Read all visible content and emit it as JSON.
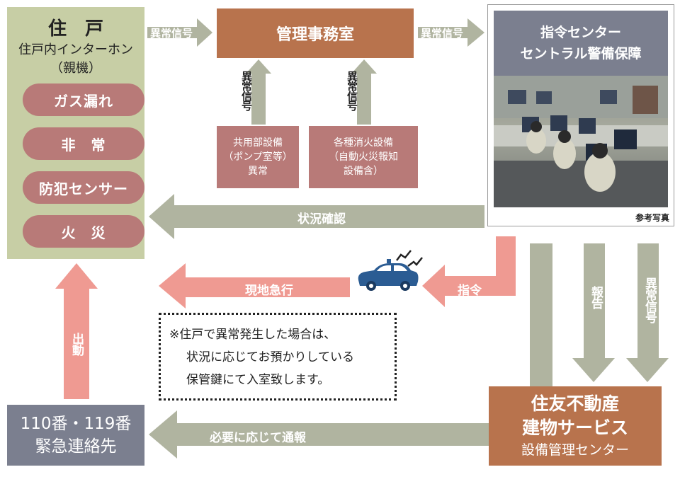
{
  "residence": {
    "title": "住　戸",
    "subtitle": "住戸内インターホン",
    "subtitle2": "（親機）",
    "sensors": [
      "ガス漏れ",
      "非　常",
      "防犯センサー",
      "火　災"
    ]
  },
  "management_office": {
    "label": "管理事務室"
  },
  "command_center": {
    "title_line1": "指令センター",
    "title_line2": "セントラル警備保障",
    "photo_caption": "参考写真"
  },
  "common_equipment": {
    "line1": "共用部設備",
    "line2": "（ポンプ室等）",
    "line3": "異常"
  },
  "fire_equipment": {
    "line1": "各種消火設備",
    "line2": "（自動火災報知",
    "line3": "設備含）"
  },
  "arrows": {
    "abnormal_signal": "異常信号",
    "status_check": "状況確認",
    "rush_to_site": "現地急行",
    "command": "指令",
    "dispatch": "出動",
    "report": "報告",
    "notify_as_needed": "必要に応じて通報"
  },
  "note": {
    "line1": "※住戸で異常発生した場合は、",
    "line2": "状況に応じてお預かりしている",
    "line3": "保管鍵にて入室致します。"
  },
  "emergency": {
    "line1": "110番・119番",
    "line2": "緊急連絡先"
  },
  "sumitomo": {
    "line1": "住友不動産",
    "line2": "建物サービス",
    "line3": "設備管理センター"
  },
  "colors": {
    "green_box": "#c7cea5",
    "brown_box": "#b8734d",
    "rose": "#b87a78",
    "pink_arrow": "#ef9a92",
    "gray_arrow": "#b0b4a0",
    "gray_box": "#7b7f8f",
    "car": "#2b5c93"
  },
  "icons": [
    "car-icon",
    "antenna-signal-icon",
    "monitoring-room-photo"
  ]
}
